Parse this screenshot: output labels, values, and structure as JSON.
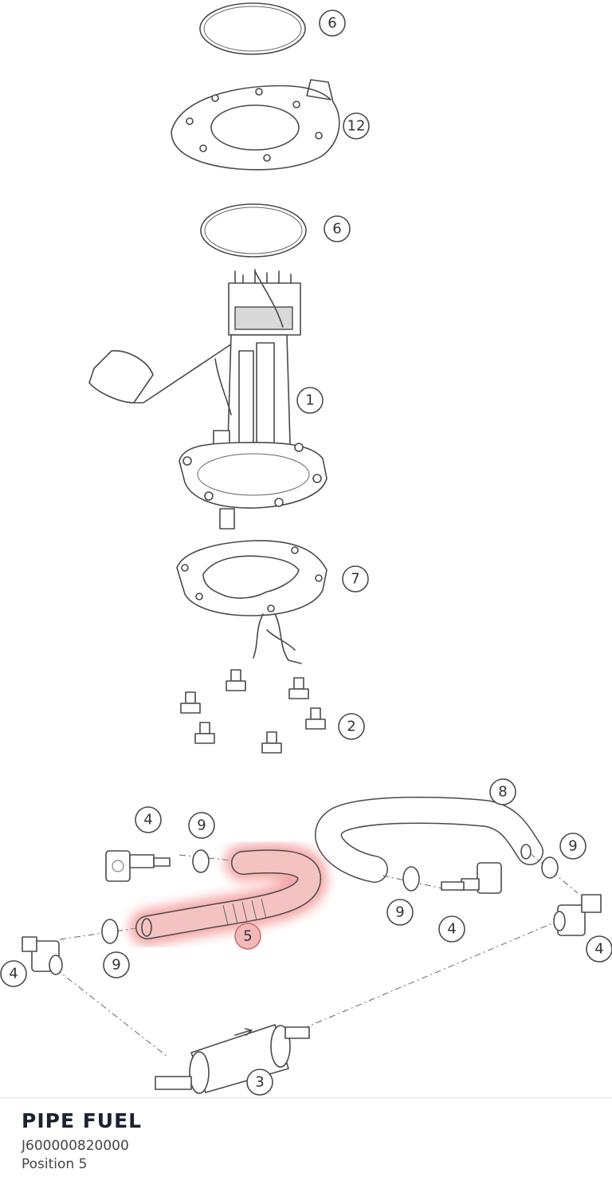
{
  "callouts": {
    "c6a": "6",
    "c12": "12",
    "c6b": "6",
    "c1": "1",
    "c7": "7",
    "c2": "2",
    "c8": "8",
    "c4a": "4",
    "c9a": "9",
    "c9b": "9",
    "c9c": "9",
    "c4b": "4",
    "c9d": "9",
    "c5": "5",
    "c4c": "4",
    "c4d": "4",
    "c3": "3"
  },
  "colors": {
    "highlight": "#f28b8b",
    "line": "#4a4a4a"
  },
  "part": {
    "name": "PIPE FUEL",
    "number": "J600000820000",
    "position": "Position 5"
  }
}
